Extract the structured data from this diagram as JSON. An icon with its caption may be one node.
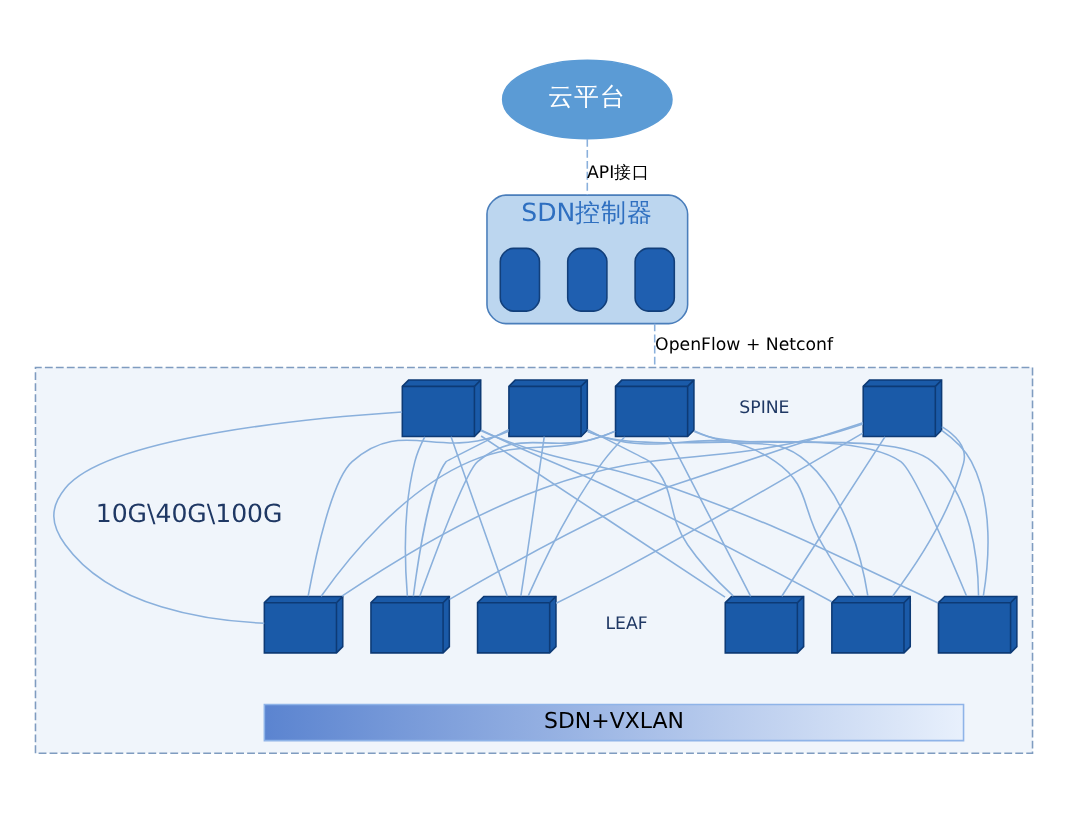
{
  "diagram": {
    "nodes": [
      {
        "text": [
          "云平台"
        ]
      },
      {
        "text": [
          "SDN控制器"
        ]
      },
      {
        "text": [],
        "shape": "server",
        "in": 1
      },
      {
        "text": [],
        "shape": "server",
        "in": 1
      },
      {
        "text": [],
        "shape": "server",
        "in": 1
      },
      {
        "text": [],
        "shape": "box"
      },
      {
        "text": [],
        "shape": "switch",
        "in": 5
      },
      {
        "text": [],
        "shape": "switch",
        "in": 5
      },
      {
        "text": [],
        "shape": "switch",
        "in": 5
      },
      {
        "text": [],
        "shape": "switch",
        "in": 5
      },
      {
        "text": [],
        "shape": "switch",
        "in": 5
      },
      {
        "text": [],
        "shape": "switch",
        "in": 5
      },
      {
        "text": [],
        "shape": "switch",
        "in": 5
      },
      {
        "text": [],
        "shape": "switch",
        "in": 5
      },
      {
        "text": [],
        "shape": "switch",
        "in": 5
      },
      {
        "text": [],
        "shape": "switch",
        "in": 5
      },
      {
        "text": [
          "SDN+VXLAN"
        ],
        "in": 5
      }
    ],
    "edges": [
      {
        "from": 0,
        "to": 1,
        "arrow": "none",
        "label": "API接口",
        "style": "dashed"
      },
      {
        "from": 1,
        "to": 5,
        "arrow": "none",
        "label": "OpenFlow + Netconf",
        "style": "dashed"
      },
      {
        "from": 6,
        "to": 10,
        "arrow": "none"
      },
      {
        "from": 6,
        "to": 11,
        "arrow": "none"
      },
      {
        "from": 6,
        "to": 12,
        "arrow": "none"
      },
      {
        "from": 6,
        "to": 13,
        "arrow": "none"
      },
      {
        "from": 6,
        "to": 14,
        "arrow": "none"
      },
      {
        "from": 6,
        "to": 15,
        "arrow": "none"
      },
      {
        "from": 7,
        "to": 10,
        "arrow": "none"
      },
      {
        "from": 7,
        "to": 11,
        "arrow": "none"
      },
      {
        "from": 7,
        "to": 12,
        "arrow": "none"
      },
      {
        "from": 7,
        "to": 13,
        "arrow": "none"
      },
      {
        "from": 7,
        "to": 14,
        "arrow": "none"
      },
      {
        "from": 7,
        "to": 15,
        "arrow": "none"
      },
      {
        "from": 8,
        "to": 10,
        "arrow": "none"
      },
      {
        "from": 8,
        "to": 11,
        "arrow": "none"
      },
      {
        "from": 8,
        "to": 12,
        "arrow": "none"
      },
      {
        "from": 8,
        "to": 13,
        "arrow": "none"
      },
      {
        "from": 8,
        "to": 14,
        "arrow": "none"
      },
      {
        "from": 8,
        "to": 15,
        "arrow": "none"
      },
      {
        "from": 9,
        "to": 10,
        "arrow": "none"
      },
      {
        "from": 9,
        "to": 11,
        "arrow": "none"
      },
      {
        "from": 9,
        "to": 12,
        "arrow": "none"
      },
      {
        "from": 9,
        "to": 13,
        "arrow": "none"
      },
      {
        "from": 9,
        "to": 14,
        "arrow": "none"
      },
      {
        "from": 9,
        "to": 15,
        "arrow": "none"
      }
    ],
    "labels": [
      "SPINE",
      "10G\\40G\\100G",
      "LEAF"
    ]
  }
}
